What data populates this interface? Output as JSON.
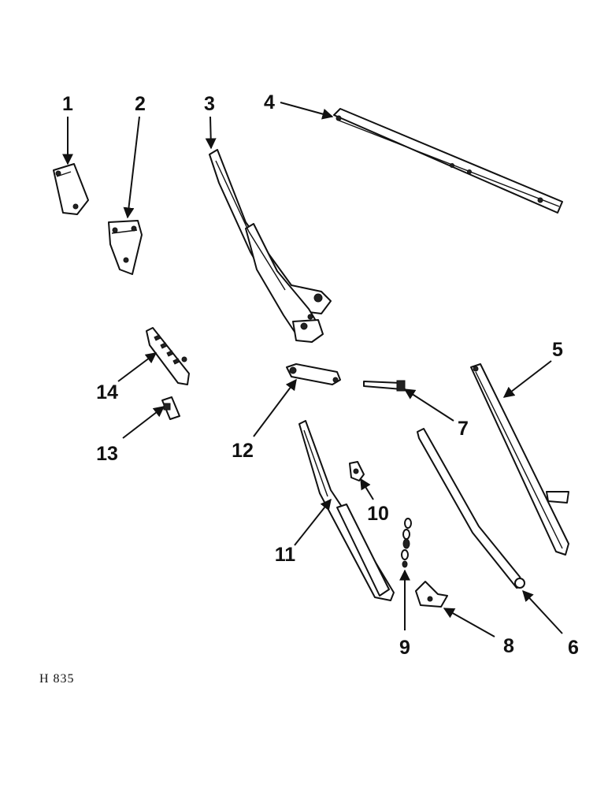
{
  "diagram": {
    "reference_code": "H 835",
    "callouts": [
      "1",
      "2",
      "3",
      "4",
      "5",
      "6",
      "7",
      "8",
      "9",
      "10",
      "11",
      "12",
      "13",
      "14"
    ]
  }
}
